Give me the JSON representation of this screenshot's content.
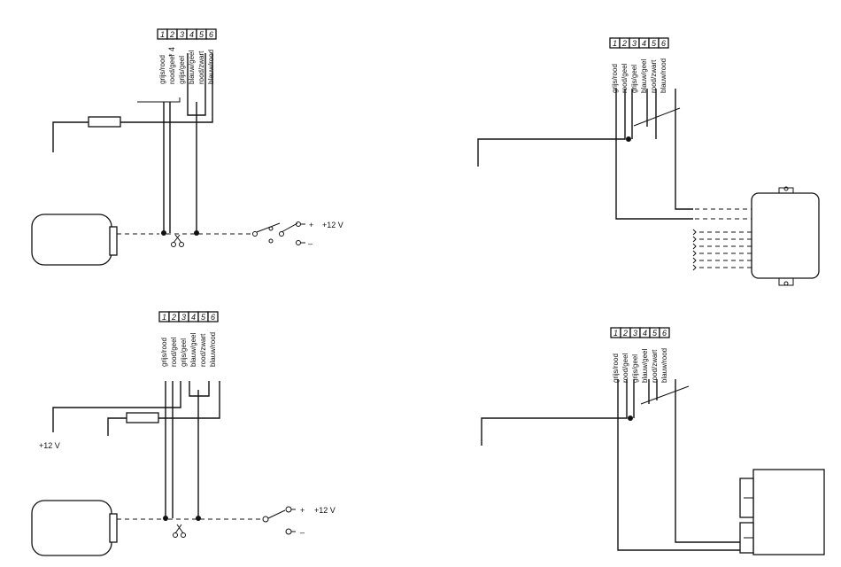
{
  "terminal_numbers": [
    "1",
    "2",
    "3",
    "4",
    "5",
    "6"
  ],
  "wire_labels": [
    "grijs/rood",
    "rood/geel",
    "grijs/geel",
    "blauw/geel",
    "rood/zwart",
    "blauw/rood"
  ],
  "supply": {
    "plus_12v": "+12 V",
    "plus": "+",
    "minus": "–"
  },
  "colors": {
    "ink": "#111111",
    "paper": "#ffffff"
  }
}
